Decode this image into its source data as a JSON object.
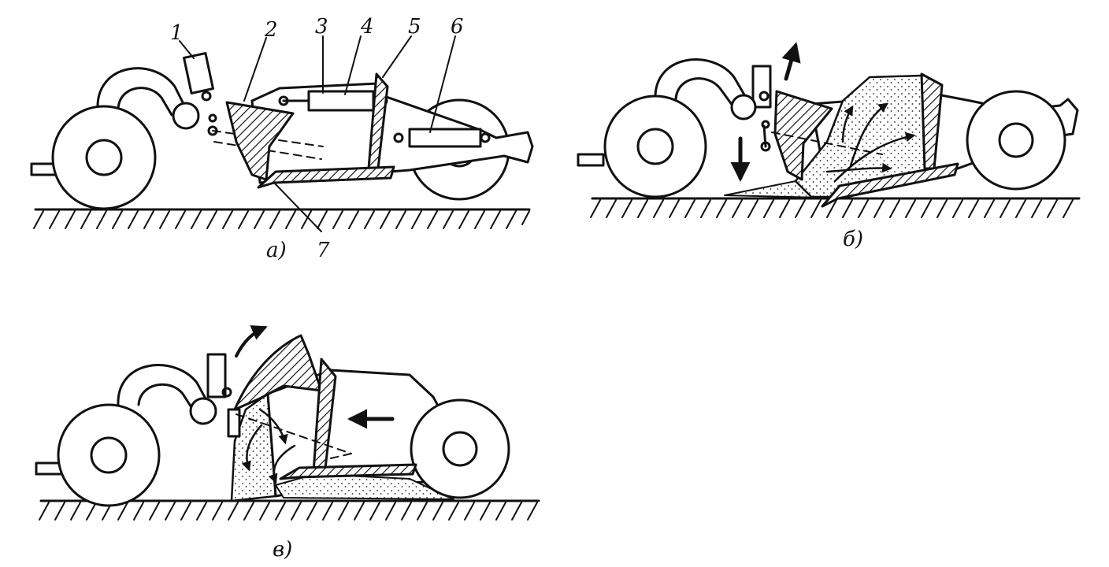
{
  "colors": {
    "ink": "#111111",
    "paper": "#ffffff",
    "soil_dot": "#222222"
  },
  "icons": [
    "hatch-pattern",
    "dot-pattern",
    "arrow-icon"
  ],
  "panel_a": {
    "caption": "а)",
    "labels": [
      "1",
      "2",
      "3",
      "4",
      "5",
      "6",
      "7"
    ]
  },
  "panel_b": {
    "caption": "б)"
  },
  "panel_c": {
    "caption": "в)"
  }
}
